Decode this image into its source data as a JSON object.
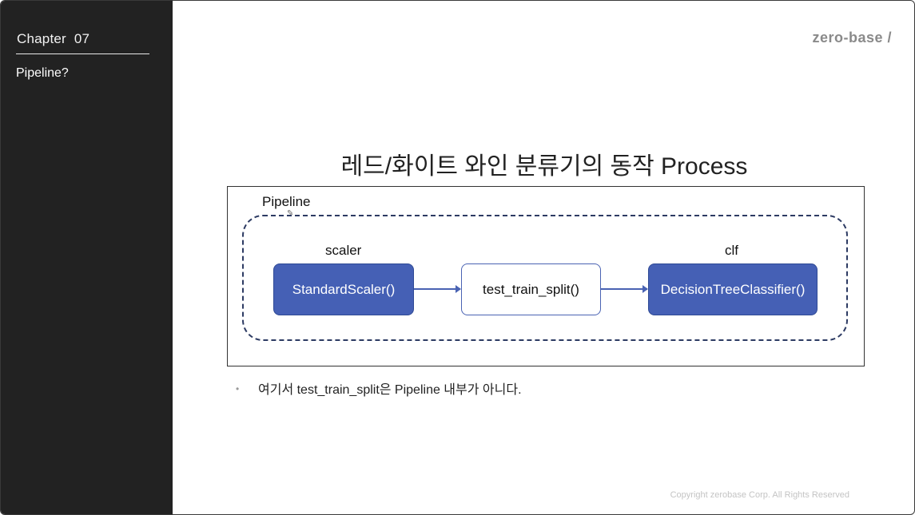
{
  "sidebar": {
    "chapter_label": "Chapter",
    "chapter_number": "07",
    "section_title": "Pipeline?"
  },
  "header": {
    "logo_text": "zero-base /"
  },
  "slide": {
    "title": "레드/화이트 와인 분류기의 동작 Process",
    "diagram": {
      "container_label": "Pipeline",
      "steps": [
        {
          "label": "scaler",
          "node": "StandardScaler()",
          "style": "filled"
        },
        {
          "label": "",
          "node": "test_train_split()",
          "style": "outline"
        },
        {
          "label": "clf",
          "node": "DecisionTreeClassifier()",
          "style": "filled"
        }
      ]
    },
    "bullet": "여기서 test_train_split은 Pipeline 내부가 아니다."
  },
  "footer": {
    "copyright": "Copyright zerobase Corp. All Rights Reserved"
  },
  "colors": {
    "sidebar_bg": "#222222",
    "node_fill": "#4560b5",
    "dashed_border": "#2d3b63"
  }
}
